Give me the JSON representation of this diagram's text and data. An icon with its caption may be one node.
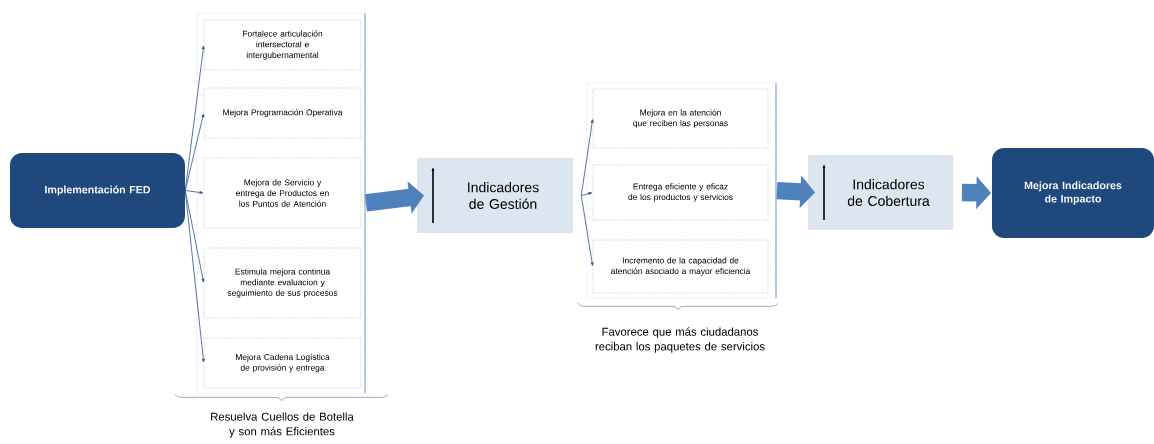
{
  "diagram": {
    "nodes": [
      {
        "text": [
          "Implementación FED"
        ]
      },
      {
        "text": [],
        "shape": "box"
      },
      {
        "text": [
          "Fortalece articulación intersectoral e intergubernamental"
        ],
        "in": 1
      },
      {
        "text": [
          "Mejora Programación Operativa"
        ],
        "in": 1
      },
      {
        "text": [
          "Mejora de Servicio y entrega de Productos en los Puntos de Atención"
        ],
        "in": 1
      },
      {
        "text": [
          "Estimula mejora continua mediante evaluacion y seguimiento de sus procesos"
        ],
        "in": 1
      },
      {
        "text": [
          "Mejora Cadena Logística de provisión y entrega"
        ],
        "in": 1
      },
      {
        "text": [
          "Indicadores de Gestión"
        ]
      },
      {
        "text": [],
        "shape": "box"
      },
      {
        "text": [
          "Mejora en la atención que reciben las personas"
        ],
        "in": 8
      },
      {
        "text": [
          "Entrega eficiente y eficaz de los productos y servicios"
        ],
        "in": 8
      },
      {
        "text": [
          "Incremento de la capacidad de atención asociado a mayor eficiencia"
        ],
        "in": 8
      },
      {
        "text": [
          "Indicadores de Cobertura"
        ]
      },
      {
        "text": [
          "Mejora Indicadores de Impacto"
        ]
      }
    ],
    "edges": [
      {
        "from": 0,
        "to": 2,
        "arrow": "to"
      },
      {
        "from": 0,
        "to": 3,
        "arrow": "to"
      },
      {
        "from": 0,
        "to": 4,
        "arrow": "to"
      },
      {
        "from": 0,
        "to": 5,
        "arrow": "to"
      },
      {
        "from": 0,
        "to": 6,
        "arrow": "to"
      },
      {
        "from": 1,
        "to": 7,
        "arrow": "to",
        "style": "thick",
        "color": "#4f81bd"
      },
      {
        "from": 7,
        "to": 9,
        "arrow": "to"
      },
      {
        "from": 7,
        "to": 10,
        "arrow": "to"
      },
      {
        "from": 7,
        "to": 11,
        "arrow": "to"
      },
      {
        "from": 8,
        "to": 12,
        "arrow": "to",
        "style": "thick",
        "color": "#4f81bd"
      },
      {
        "from": 12,
        "to": 13,
        "arrow": "to",
        "style": "thick",
        "color": "#4f81bd"
      }
    ],
    "labels": [
      "Favorece que más ciudadanos reciban los paquetes de servicios",
      "Resuelva Cuellos de Botella y son más Eficientes"
    ]
  }
}
